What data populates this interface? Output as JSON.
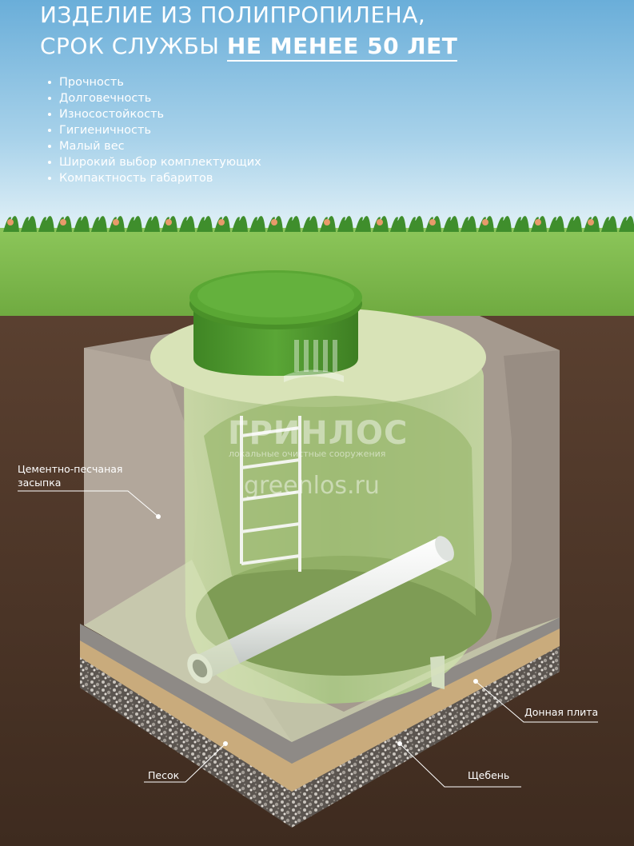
{
  "headline": {
    "line1": "ИЗДЕЛИЕ ИЗ ПОЛИПРОПИЛЕНА,",
    "line2_prefix": "СРОК СЛУЖБЫ ",
    "line2_highlight": "НЕ МЕНЕЕ 50 ЛЕТ"
  },
  "features": [
    "Прочность",
    "Долговечность",
    "Износостойкость",
    "Гигиеничность",
    "Малый вес",
    "Широкий выбор комплектующих",
    "Компактность габаритов"
  ],
  "labels": {
    "backfill_line1": "Цементно-песчаная",
    "backfill_line2": "засыпка",
    "base_plate": "Донная плита",
    "sand": "Песок",
    "gravel": "Щебень"
  },
  "watermark": {
    "brand": "ГРИНЛОС",
    "subtitle": "локальные очистные сооружения",
    "url": "greenlos.ru"
  },
  "colors": {
    "sky_top": "#6aaed9",
    "sky_bottom": "#d6ecf6",
    "grass": "#7cb84a",
    "soil": "#4a3425",
    "tank_green": "#4f9a2e",
    "backfill": "#a79d92"
  }
}
